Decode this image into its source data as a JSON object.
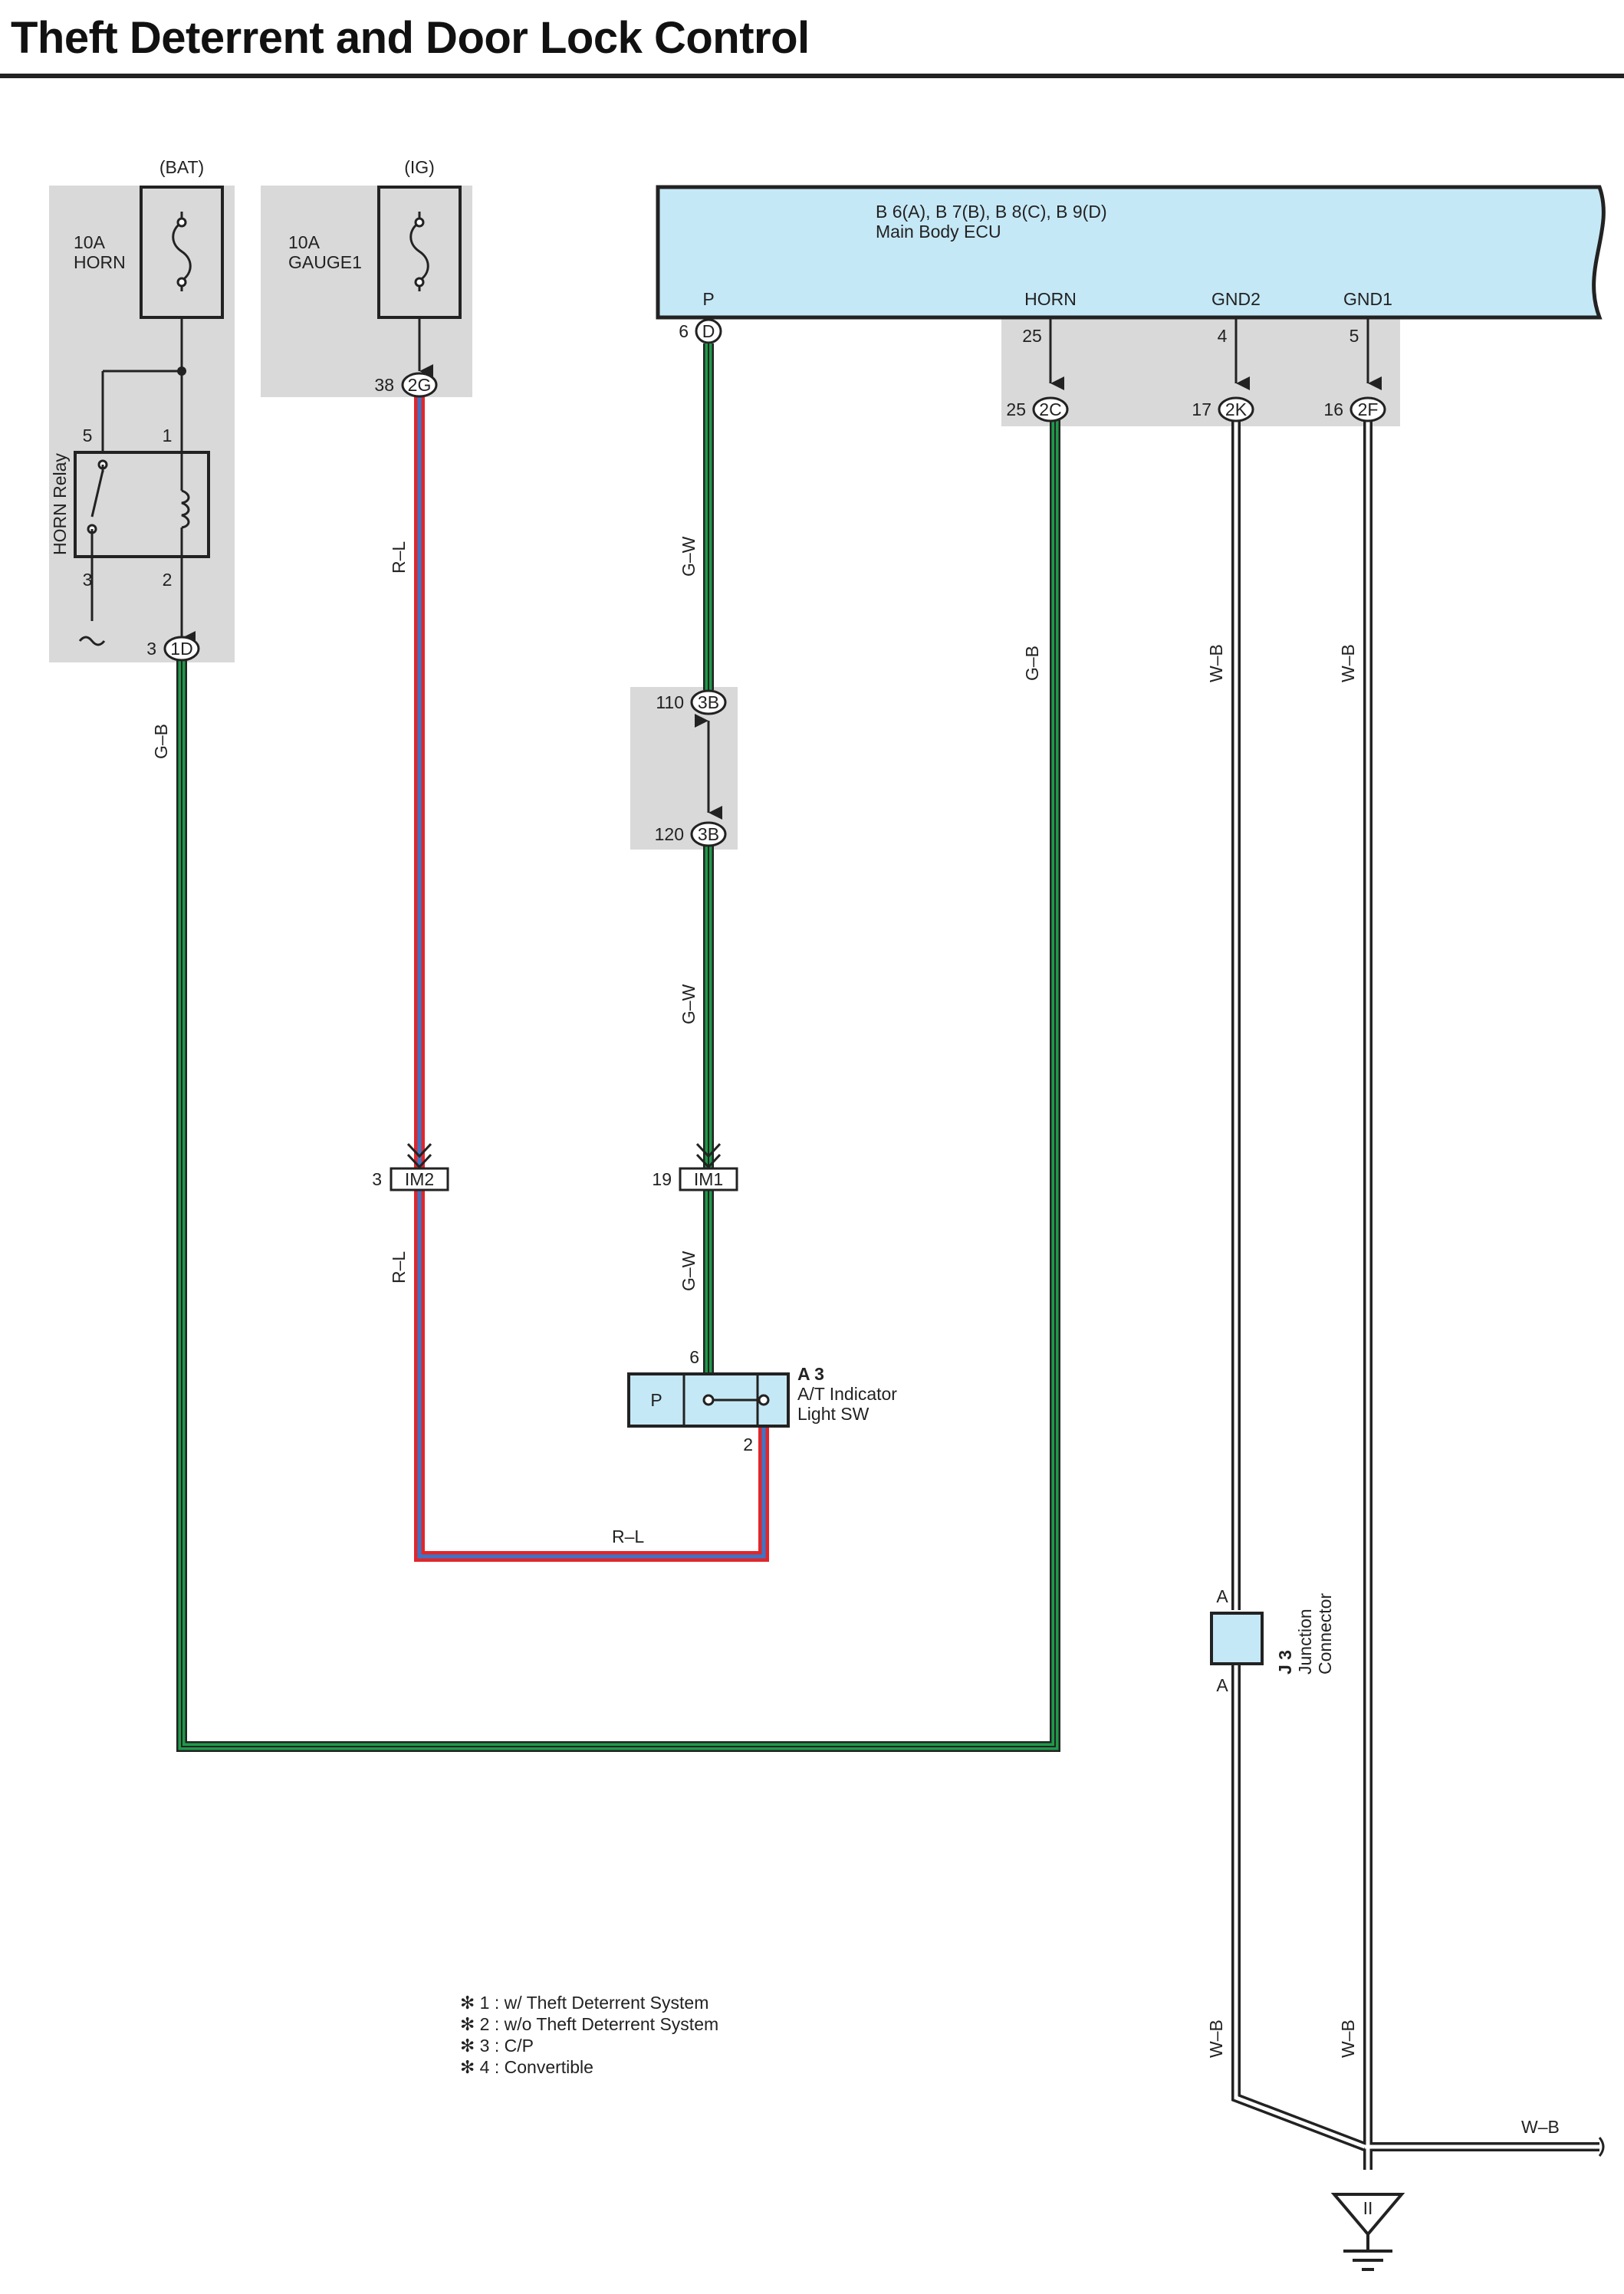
{
  "title": "Theft Deterrent and Door Lock Control",
  "fuses": {
    "horn": {
      "source": "(BAT)",
      "amp": "10A",
      "name": "HORN"
    },
    "gauge": {
      "source": "(IG)",
      "amp": "10A",
      "name": "GAUGE1"
    }
  },
  "relay": {
    "name": "HORN Relay",
    "pins": [
      "5",
      "1",
      "3",
      "2"
    ]
  },
  "ecu": {
    "connectors": "B 6(A), B 7(B), B 8(C), B 9(D)",
    "name": "Main Body ECU",
    "terminals": [
      "P",
      "HORN",
      "GND2",
      "GND1"
    ],
    "pin_p": "6",
    "pin_p_conn": "D",
    "pins": [
      "25",
      "4",
      "5"
    ]
  },
  "junctions": {
    "1D": {
      "pin": "3",
      "id": "1D"
    },
    "2G": {
      "pin": "38",
      "id": "2G"
    },
    "3B_top": {
      "pin": "110",
      "id": "3B"
    },
    "3B_bottom": {
      "pin": "120",
      "id": "3B"
    },
    "2C": {
      "pin": "25",
      "id": "2C"
    },
    "2K": {
      "pin": "17",
      "id": "2K"
    },
    "2F": {
      "pin": "16",
      "id": "2F"
    },
    "IM2": {
      "pin": "3",
      "id": "IM2"
    },
    "IM1": {
      "pin": "19",
      "id": "IM1"
    }
  },
  "wires": {
    "g_b": "G–B",
    "r_l": "R–L",
    "g_w": "G–W",
    "w_b": "W–B"
  },
  "switch": {
    "code": "A 3",
    "name_line1": "A/T Indicator",
    "name_line2": "Light SW",
    "pos": "P",
    "pin_top": "6",
    "pin_bottom": "2"
  },
  "junction_connector": {
    "code": "J 3",
    "name_line1": "Junction",
    "name_line2": "Connector",
    "pin_top": "A",
    "pin_bottom": "A"
  },
  "ground": {
    "label": "II"
  },
  "notes": [
    "✻ 1 : w/ Theft Deterrent System",
    "✻ 2 : w/o Theft Deterrent System",
    "✻ 3 : C/P",
    "✻ 4 : Convertible"
  ],
  "colors": {
    "green": "#1f9a4a",
    "red": "#e0262b",
    "blue": "#3a76c8",
    "black": "#222222",
    "ecu_fill": "#c5e8f6",
    "box_fill": "#d9d9d9"
  }
}
